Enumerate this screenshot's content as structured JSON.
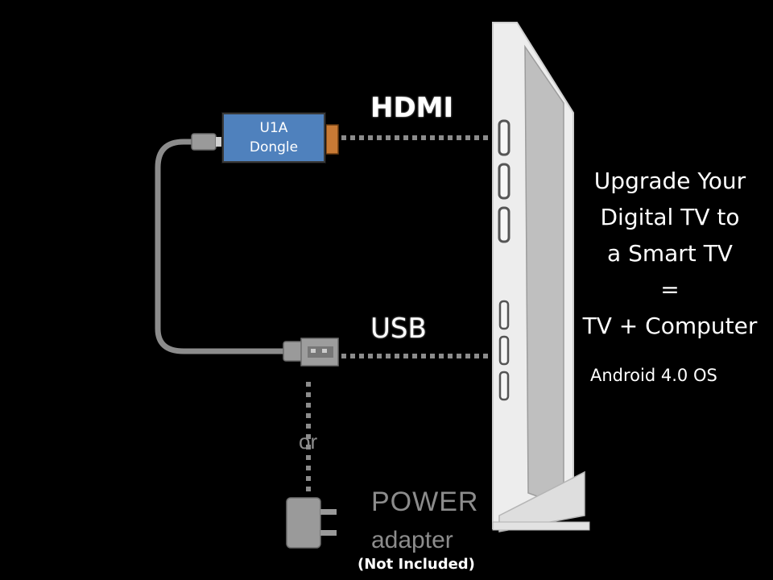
{
  "labels": {
    "hdmi": "HDMI",
    "usb": "USB",
    "or": "or",
    "power": "POWER",
    "adapter": "adapter",
    "not_included": "(Not Included)"
  },
  "dongle": {
    "line1": "U1A",
    "line2": "Dongle"
  },
  "headline": {
    "lines": [
      "Upgrade Your",
      "Digital TV to",
      "a Smart TV",
      "=",
      "TV + Computer"
    ],
    "os": "Android 4.0 OS"
  },
  "colors": {
    "background": "#000000",
    "dongle": "#4f81bd",
    "cable": "#8c8c8c",
    "tv_frame": "#e6e6e6",
    "tv_screen": "#bdbdbd"
  },
  "icons": [
    "tv-side-icon",
    "hdmi-port-icon",
    "usb-port-icon",
    "usb-plug-icon",
    "power-adapter-icon"
  ]
}
